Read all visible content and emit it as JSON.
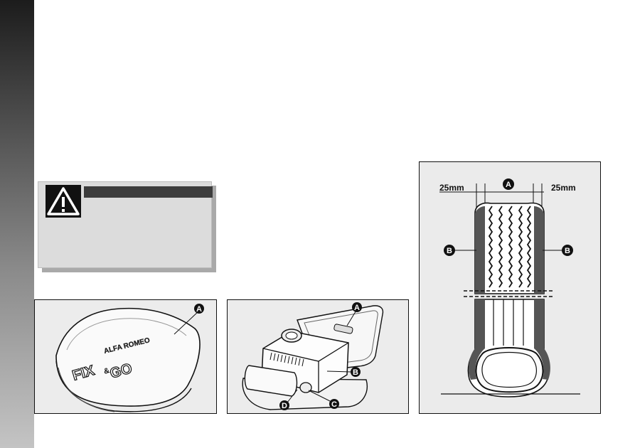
{
  "sidebar": {
    "color_dark": "#1c1c1c",
    "color_light": "#c4c4c4"
  },
  "warning": {
    "icon": "warning-triangle-icon"
  },
  "fig_kit": {
    "callouts": [
      "A"
    ],
    "brand_top": "ALFA ROMEO",
    "brand_fix": "FIX",
    "brand_amp": "&",
    "brand_go": "GO"
  },
  "fig_compressor": {
    "callouts": [
      "A",
      "B",
      "C",
      "D"
    ]
  },
  "fig_tyre": {
    "callout_a": "A",
    "callout_b": "B",
    "margin_left": "25mm",
    "margin_right": "25mm"
  }
}
